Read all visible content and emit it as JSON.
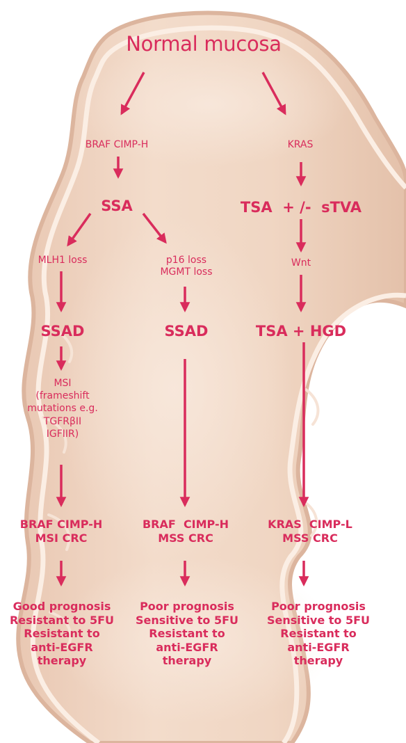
{
  "colors": {
    "accent": "#d92c5c",
    "colon_body": "#eed4c2",
    "colon_shadow": "#dcb59e",
    "colon_outline": "#fbeee4",
    "background": "#ffffff"
  },
  "diagram": {
    "title": "Normal mucosa",
    "left_branch": {
      "mutation": "BRAF CIMP-H",
      "node": "SSA"
    },
    "right_branch": {
      "mutation": "KRAS",
      "node": "TSA  + /-  sTVA",
      "step": "Wnt",
      "node2": "TSA + HGD",
      "crc": [
        "KRAS  CIMP-L",
        "MSS CRC"
      ],
      "outcome": [
        "Poor prognosis",
        "Sensitive to 5FU",
        "Resistant to",
        "anti-EGFR",
        "therapy"
      ]
    },
    "msi_path": {
      "event": "MLH1 loss",
      "node": "SSAD",
      "detail": [
        "MSI",
        "(frameshift",
        "mutations e.g.",
        "TGFRβII",
        "IGFIIR)"
      ],
      "crc": [
        "BRAF CIMP-H",
        "MSI CRC"
      ],
      "outcome": [
        "Good prognosis",
        "Resistant to 5FU",
        "Resistant to",
        "anti-EGFR",
        "therapy"
      ]
    },
    "mss_path": {
      "events": [
        "p16 loss",
        "MGMT loss"
      ],
      "node": "SSAD",
      "crc": [
        "BRAF  CIMP-H",
        "MSS CRC"
      ],
      "outcome": [
        "Poor prognosis",
        "Sensitive to 5FU",
        "Resistant to",
        "anti-EGFR",
        "therapy"
      ]
    }
  }
}
